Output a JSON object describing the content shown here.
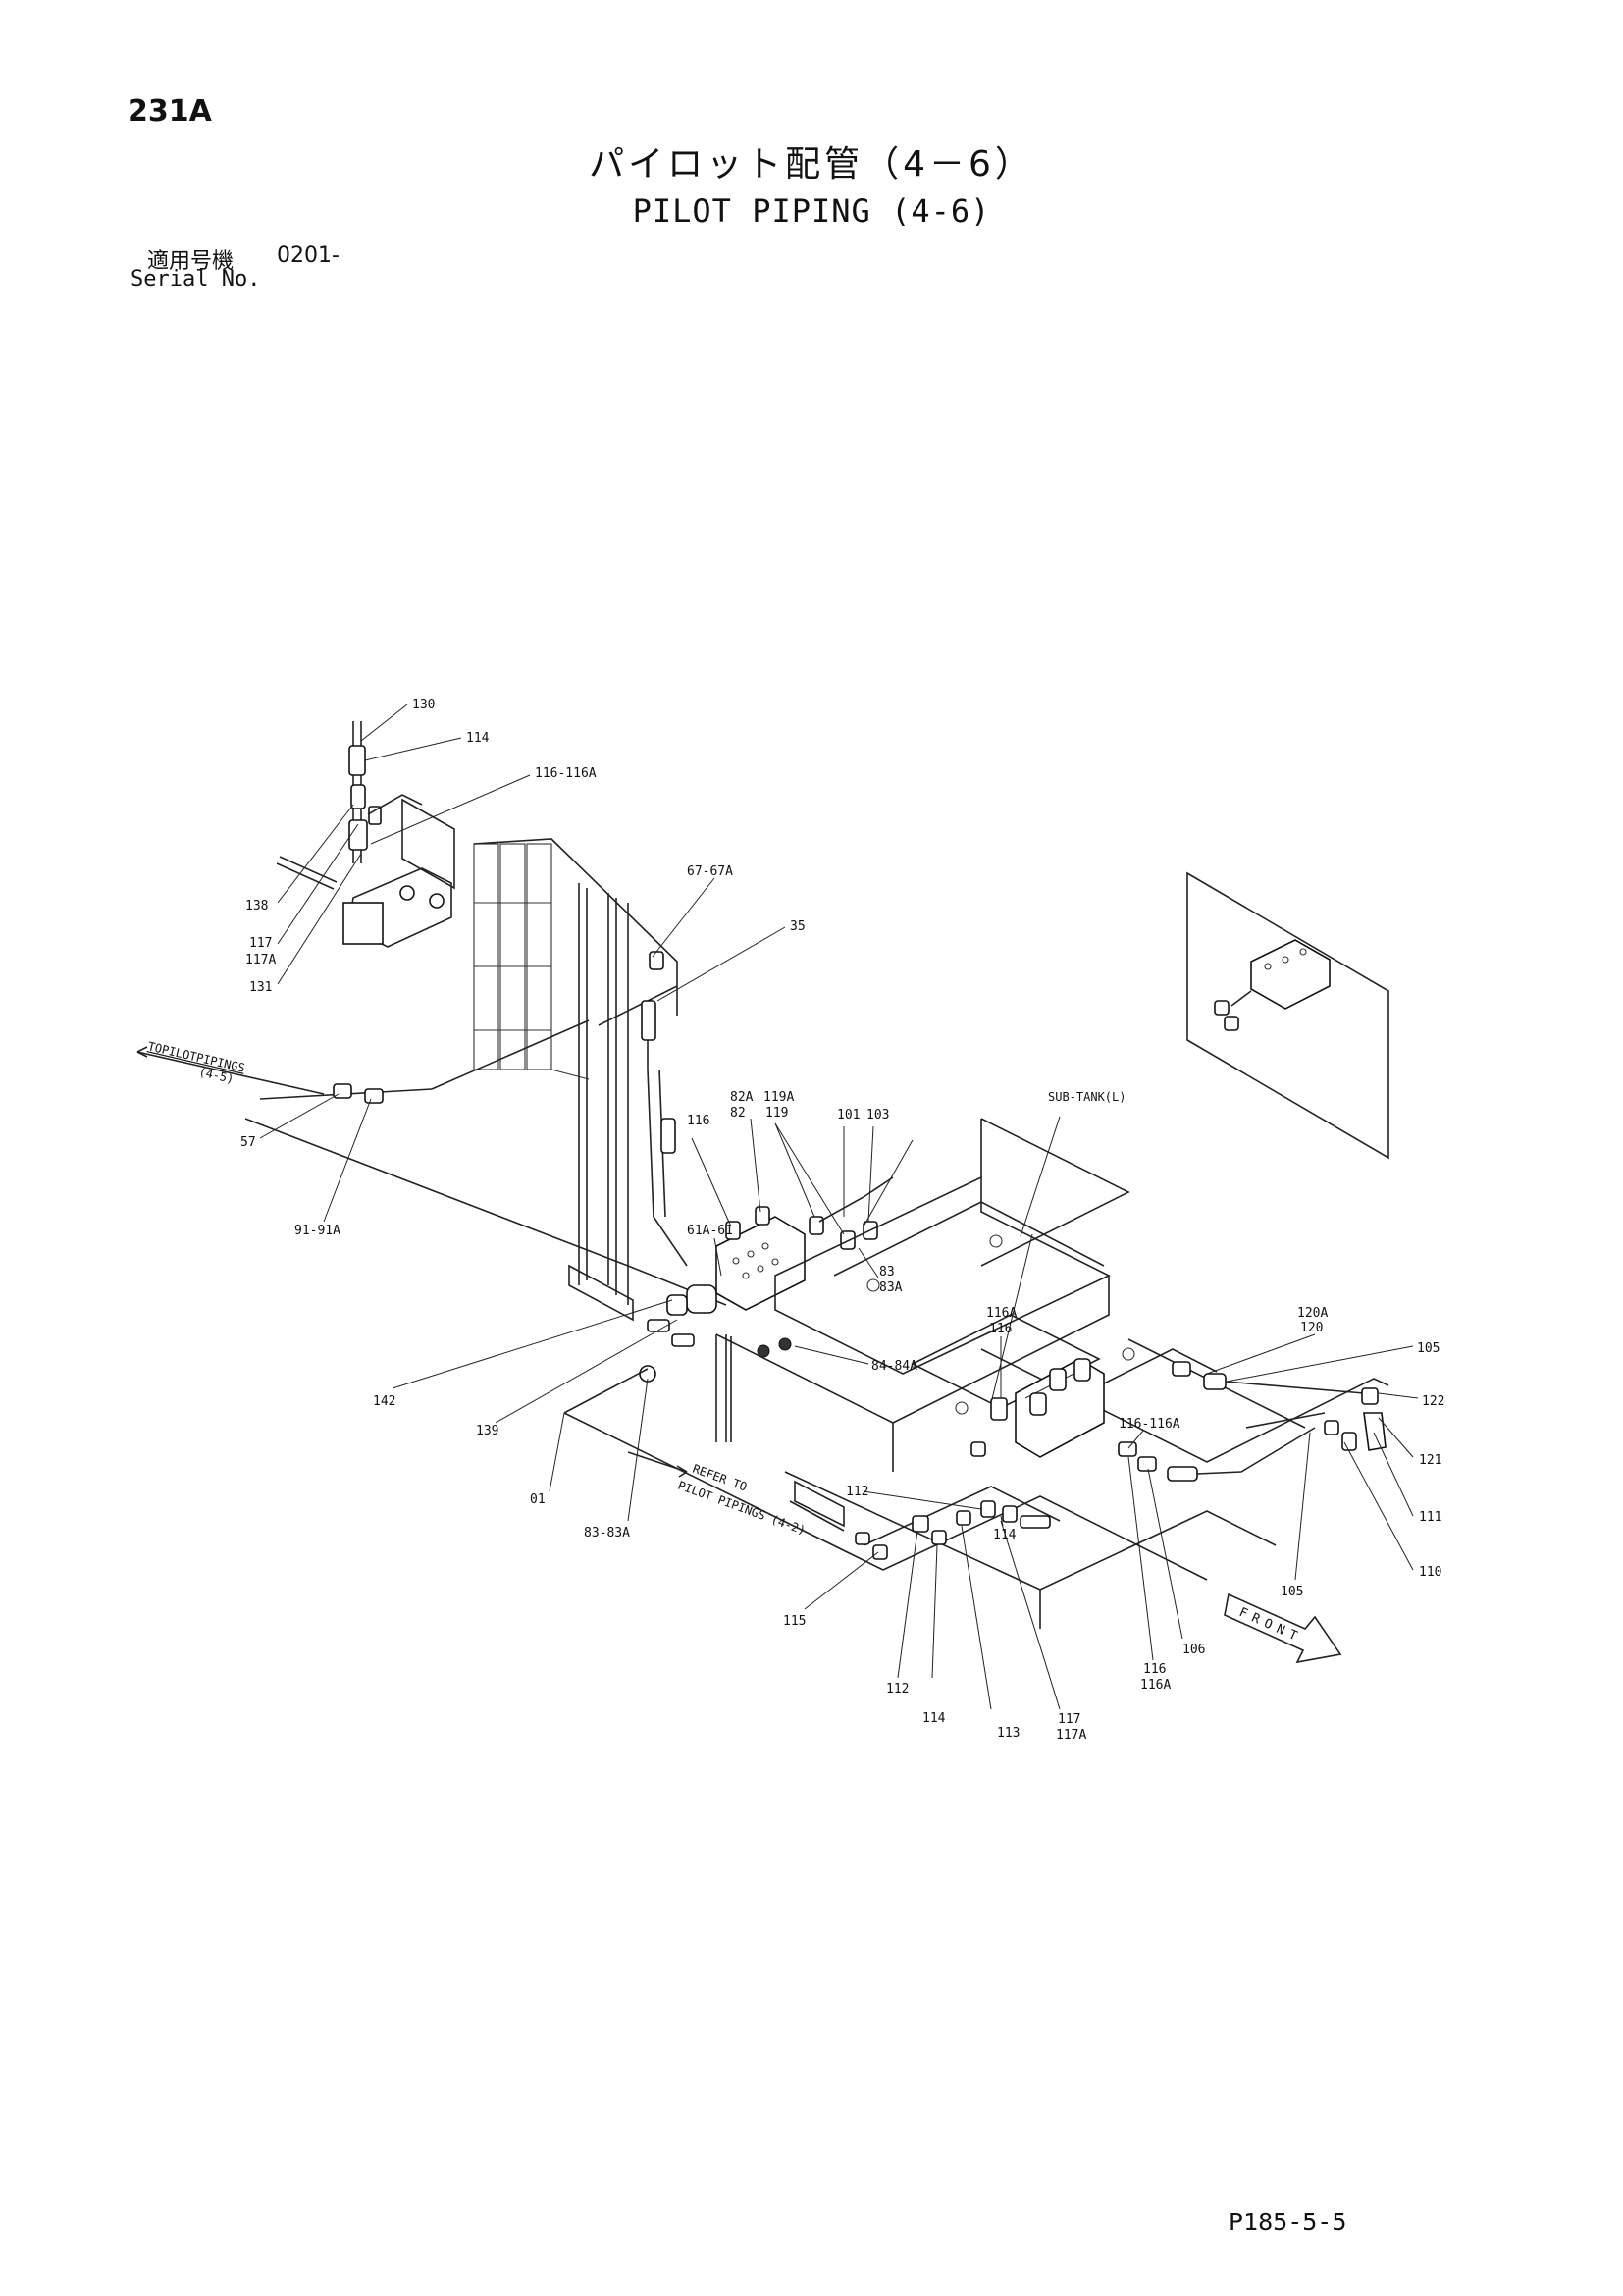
{
  "header": {
    "page_number": "231A",
    "title_jp": "パイロット配管（4－6）",
    "title_en": "PILOT PIPING (4-6)",
    "serial_label_jp": "適用号機",
    "serial_value": "0201-",
    "serial_label_en": "Serial No."
  },
  "diagram": {
    "callouts": {
      "c130": "130",
      "c114_top": "114",
      "c116_116A_top": "116-116A",
      "c138": "138",
      "c117": "117",
      "c117A": "117A",
      "c131": "131",
      "c67_67A": "67-67A",
      "c35": "35",
      "c57": "57",
      "c91_91A": "91-91A",
      "c116_mid": "116",
      "c82A": "82A",
      "c82": "82",
      "c119A": "119A",
      "c119": "119",
      "c101": "101",
      "c103": "103",
      "c61A_61": "61A-61",
      "c83": "83",
      "c83A": "83A",
      "c84_84A": "84-84A",
      "c142": "142",
      "c139": "139",
      "c01": "01",
      "c83_83A": "83-83A",
      "c116A_right": "116A",
      "c116_right": "116",
      "c120A": "120A",
      "c120": "120",
      "c105_top": "105",
      "c122": "122",
      "c116_116A_right": "116-116A",
      "c121": "121",
      "c111": "111",
      "c110": "110",
      "c105_bottom": "105",
      "c112_mid": "112",
      "c114_mid": "114",
      "c115": "115",
      "c112_bottom": "112",
      "c114_bottom": "114",
      "c113": "113",
      "c117_bottom": "117",
      "c117A_bottom": "117A",
      "c116_bottom": "116",
      "c116A_bottom": "116A",
      "c106": "106"
    },
    "to_pilot_pipings": "TOPILOTPIPINGS",
    "to_pilot_pipings_ref": "(4-5)",
    "refer_to_line1": "REFER TO",
    "refer_to_line2": "PILOT PIPINGS (4-2)",
    "sub_tank": "SUB-TANK(L)",
    "front": "FRONT"
  },
  "footer": {
    "code": "P185-5-5"
  }
}
